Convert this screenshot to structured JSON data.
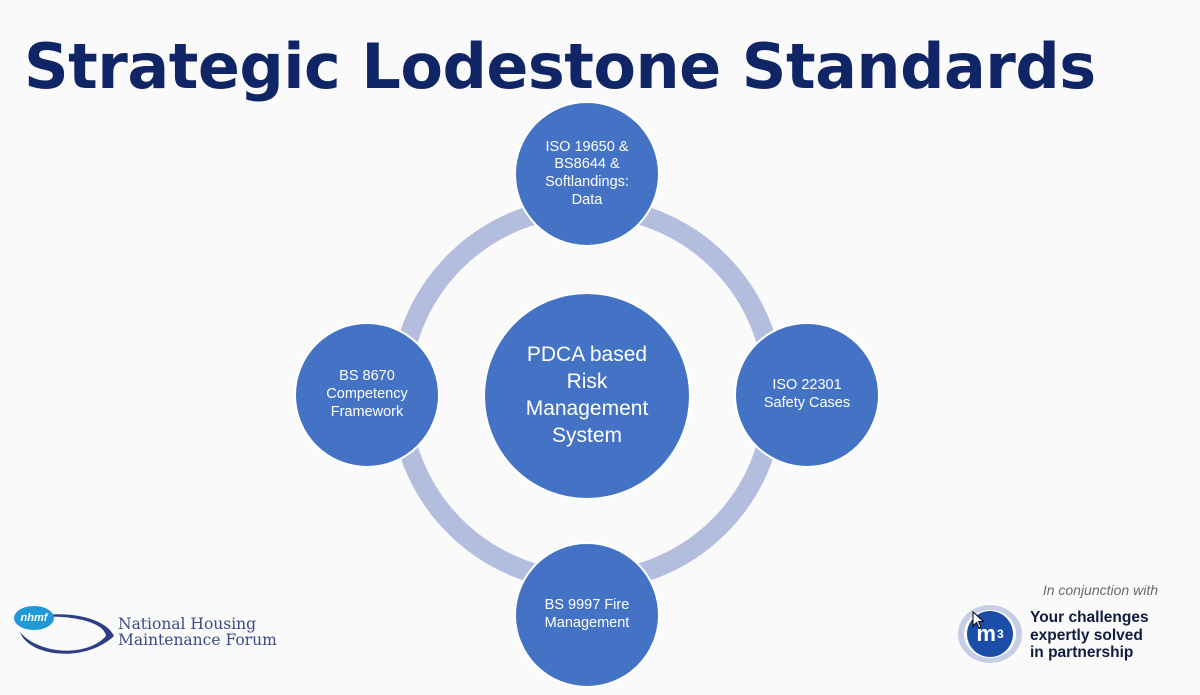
{
  "title": "Strategic Lodestone Standards",
  "diagram": {
    "center": "PDCA based\nRisk\nManagement\nSystem",
    "nodes": {
      "top": "ISO  19650 &\nBS8644 &\nSoftlandings:\nData",
      "right": "ISO 22301\nSafety Cases",
      "bottom": "BS 9997 Fire\nManagement",
      "left": "BS 8670\nCompetency\nFramework"
    }
  },
  "footer": {
    "nhmf_badge": "nhmf",
    "nhmf_name": "National Housing\nMaintenance Forum",
    "conjunction": "In conjunction with",
    "m3_mark": "m",
    "m3_sup": "3",
    "tagline": "Your challenges\nexpertly solved\nin partnership"
  },
  "colors": {
    "title": "#0f2566",
    "node_fill": "#4472c4",
    "ring": "#b3bedf"
  }
}
